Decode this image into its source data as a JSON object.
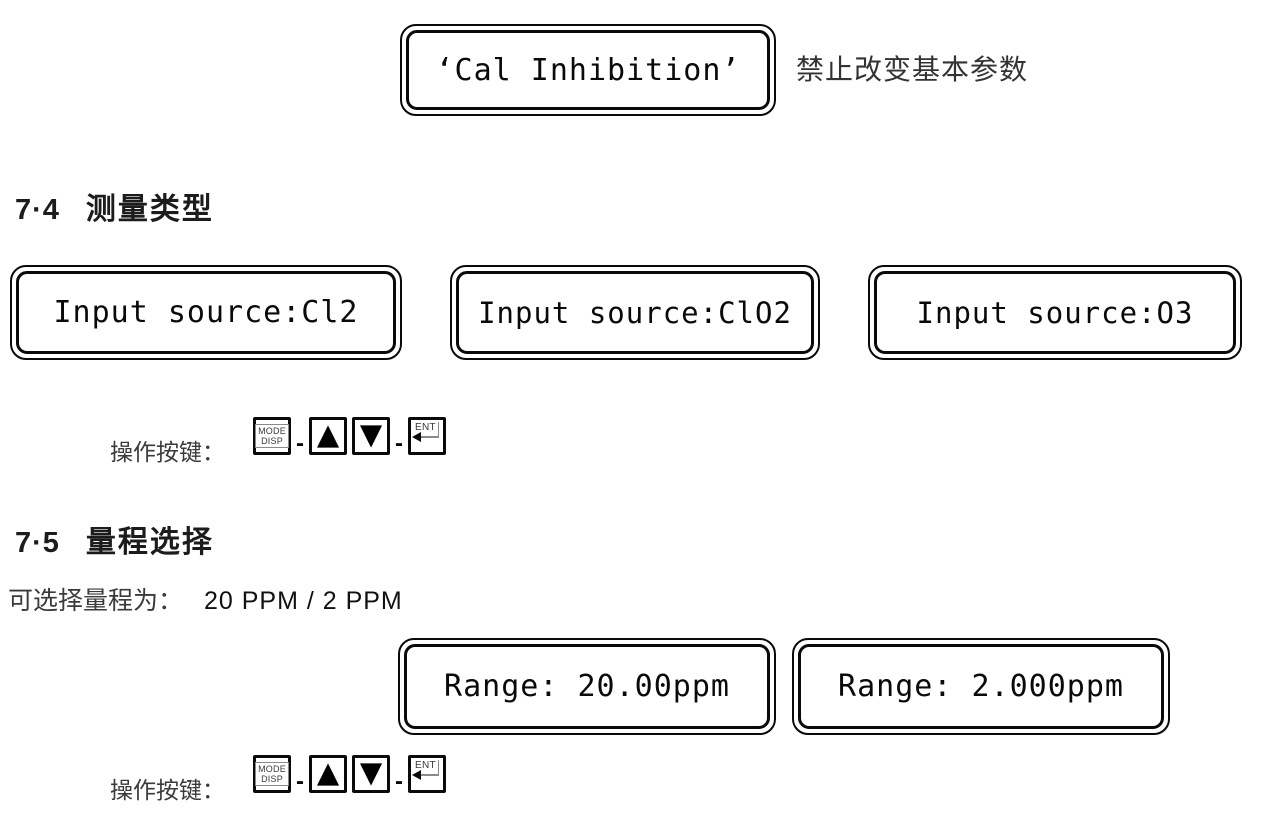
{
  "cal_display": {
    "text": "‘Cal Inhibition’",
    "note": "禁止改变基本参数"
  },
  "sections": {
    "s74": {
      "number": "7·4",
      "title": "测量类型"
    },
    "s75": {
      "number": "7·5",
      "title": "量程选择"
    }
  },
  "input_source_displays": [
    "Input source:Cl2",
    "Input source:ClO2",
    "Input source:O3"
  ],
  "range_note": {
    "label": "可选择量程为：",
    "value": "20 PPM / 2 PPM"
  },
  "range_displays": [
    "Range: 20.00ppm",
    "Range: 2.000ppm"
  ],
  "keys": {
    "label": "操作按键：",
    "separator": "-",
    "mode_key": {
      "line1": "MODE",
      "line2": "DISP"
    },
    "up_icon": "▲",
    "down_icon": "▼",
    "ent_label": "ENT"
  },
  "colors": {
    "background": "#ffffff",
    "lcd_border": "#0a0a0a",
    "text_heading": "#1c1c1c",
    "text_body": "#3a3a3a"
  }
}
